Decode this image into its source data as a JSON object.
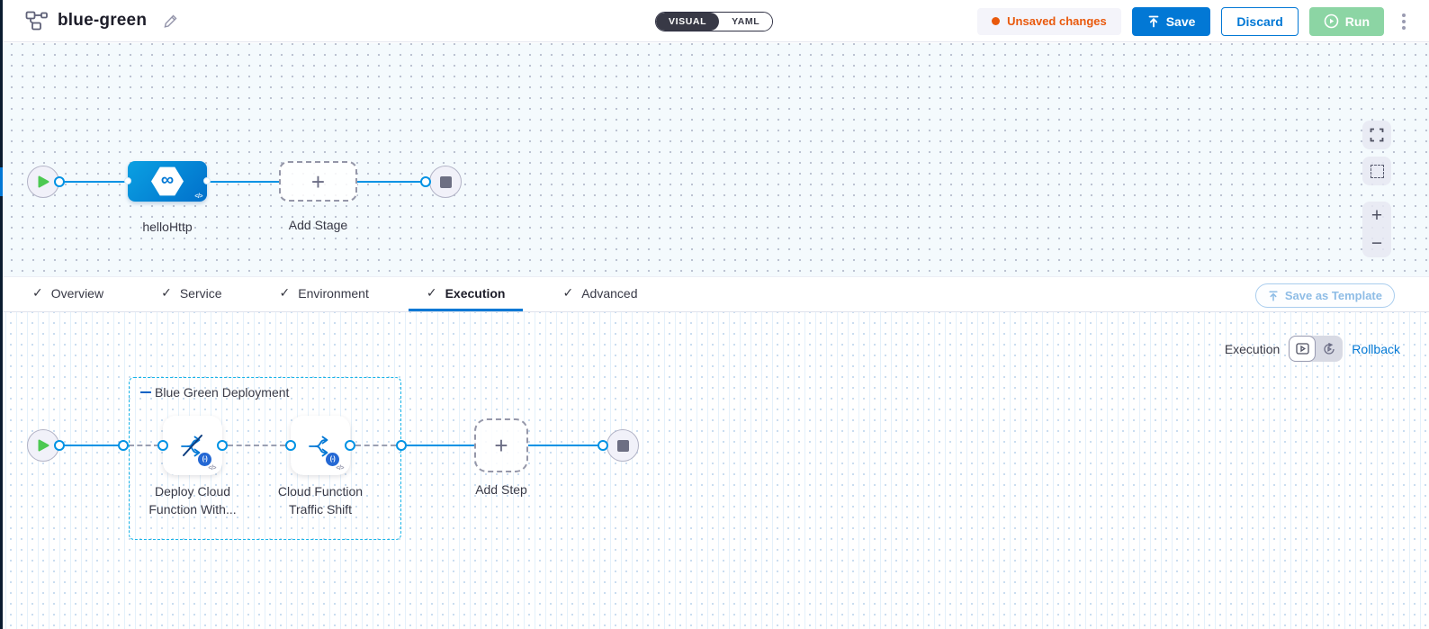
{
  "header": {
    "title": "blue-green",
    "visual_label": "VISUAL",
    "yaml_label": "YAML",
    "unsaved_label": "Unsaved changes",
    "save_label": "Save",
    "discard_label": "Discard",
    "run_label": "Run"
  },
  "icons": {
    "plus": "+",
    "minus": "−",
    "check": "✓",
    "code": "</>",
    "infinity": "∞",
    "fn_badge": "(-)"
  },
  "stage_pipeline": {
    "stage_name": "helloHttp",
    "add_stage_label": "Add Stage"
  },
  "tabs": [
    {
      "label": "Overview"
    },
    {
      "label": "Service"
    },
    {
      "label": "Environment"
    },
    {
      "label": "Execution",
      "active": true
    },
    {
      "label": "Advanced"
    }
  ],
  "toolbar": {
    "save_as_template_label": "Save as Template"
  },
  "execution": {
    "mode_label": "Execution",
    "rollback_label": "Rollback",
    "group_label": "Blue Green Deployment",
    "add_step_label": "Add Step",
    "steps": [
      {
        "line1": "Deploy Cloud",
        "line2": "Function With..."
      },
      {
        "line1": "Cloud Function",
        "line2": "Traffic Shift"
      }
    ]
  },
  "colors": {
    "accent_blue": "#0278d5",
    "line_cyan": "#0092e4",
    "unsaved_orange": "#e9590c",
    "run_green": "#8cd5a4",
    "toggle_dark": "#383946"
  }
}
